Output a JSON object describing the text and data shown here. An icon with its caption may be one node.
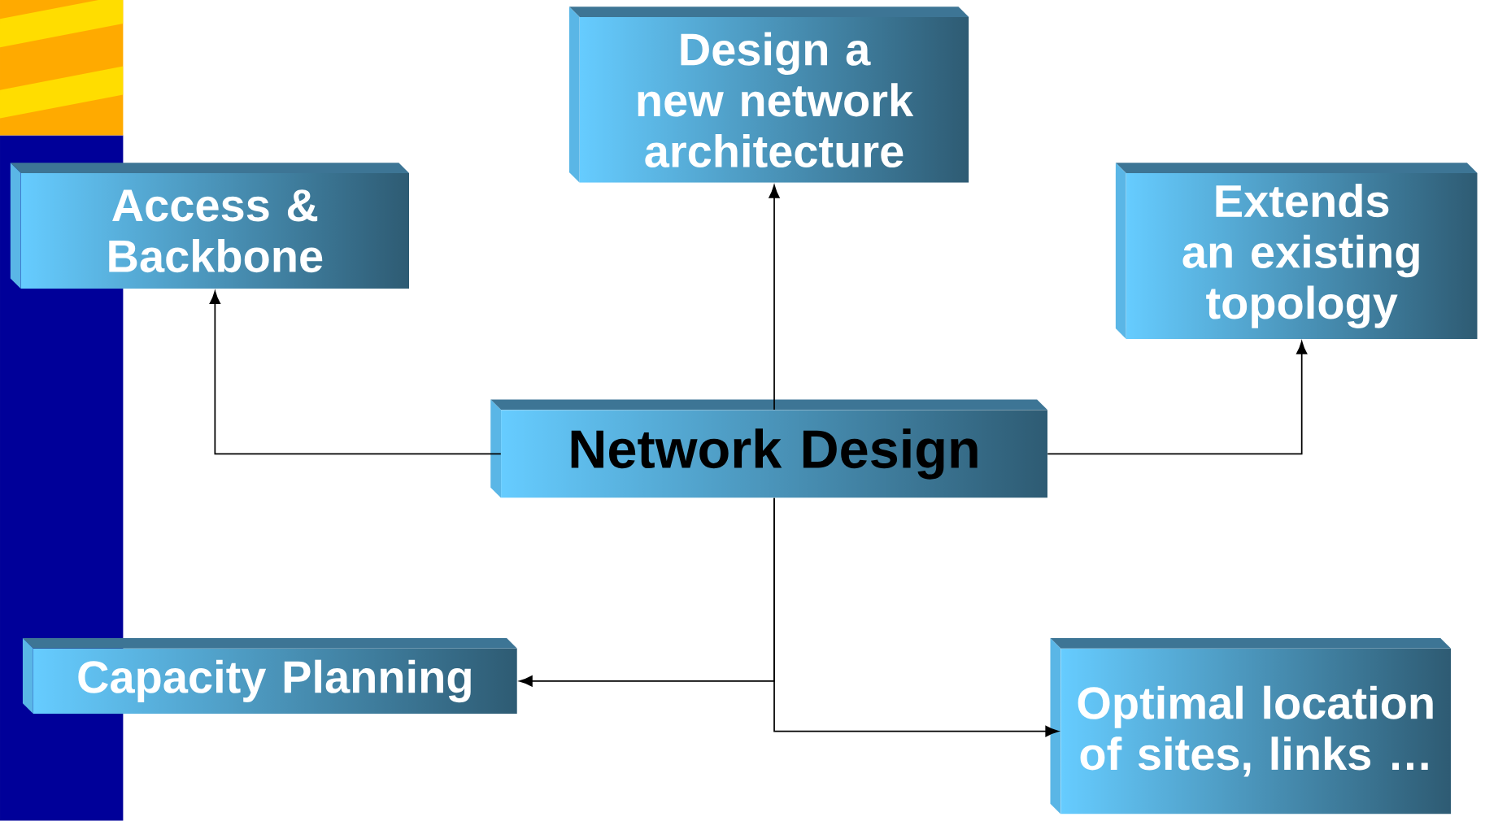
{
  "diagram": {
    "nodes": [
      {
        "text": [
          "Design a new network architecture"
        ]
      },
      {
        "text": [
          "Access & Backbone"
        ]
      },
      {
        "text": [
          "Extends an existing topology"
        ]
      },
      {
        "text": [
          "Network Design"
        ]
      },
      {
        "text": [
          "Capacity Planning"
        ]
      },
      {
        "text": [
          "Optimal location of sites, links …"
        ]
      }
    ],
    "edges": [
      {
        "from": 3,
        "to": 0,
        "arrow": "to"
      },
      {
        "from": 3,
        "to": 1,
        "arrow": "to"
      },
      {
        "from": 3,
        "to": 2,
        "arrow": "to"
      },
      {
        "from": 3,
        "to": 4,
        "arrow": "to"
      },
      {
        "from": 3,
        "to": 5,
        "arrow": "to"
      }
    ]
  }
}
